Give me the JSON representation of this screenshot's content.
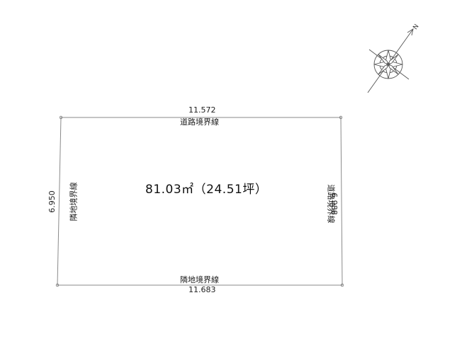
{
  "plot": {
    "area": "81.03㎡（24.51坪）",
    "top_edge": {
      "length": "11.572",
      "boundary": "道路境界線"
    },
    "bottom_edge": {
      "length": "11.683",
      "boundary": "隣地境界線"
    },
    "left_edge": {
      "length": "6.950",
      "boundary": "隣地境界線"
    },
    "right_edge": {
      "length": "6.988",
      "boundary": "道路境界線"
    }
  },
  "compass": {
    "north_label": "N",
    "icon": "north-arrow-compass-rose-icon"
  }
}
